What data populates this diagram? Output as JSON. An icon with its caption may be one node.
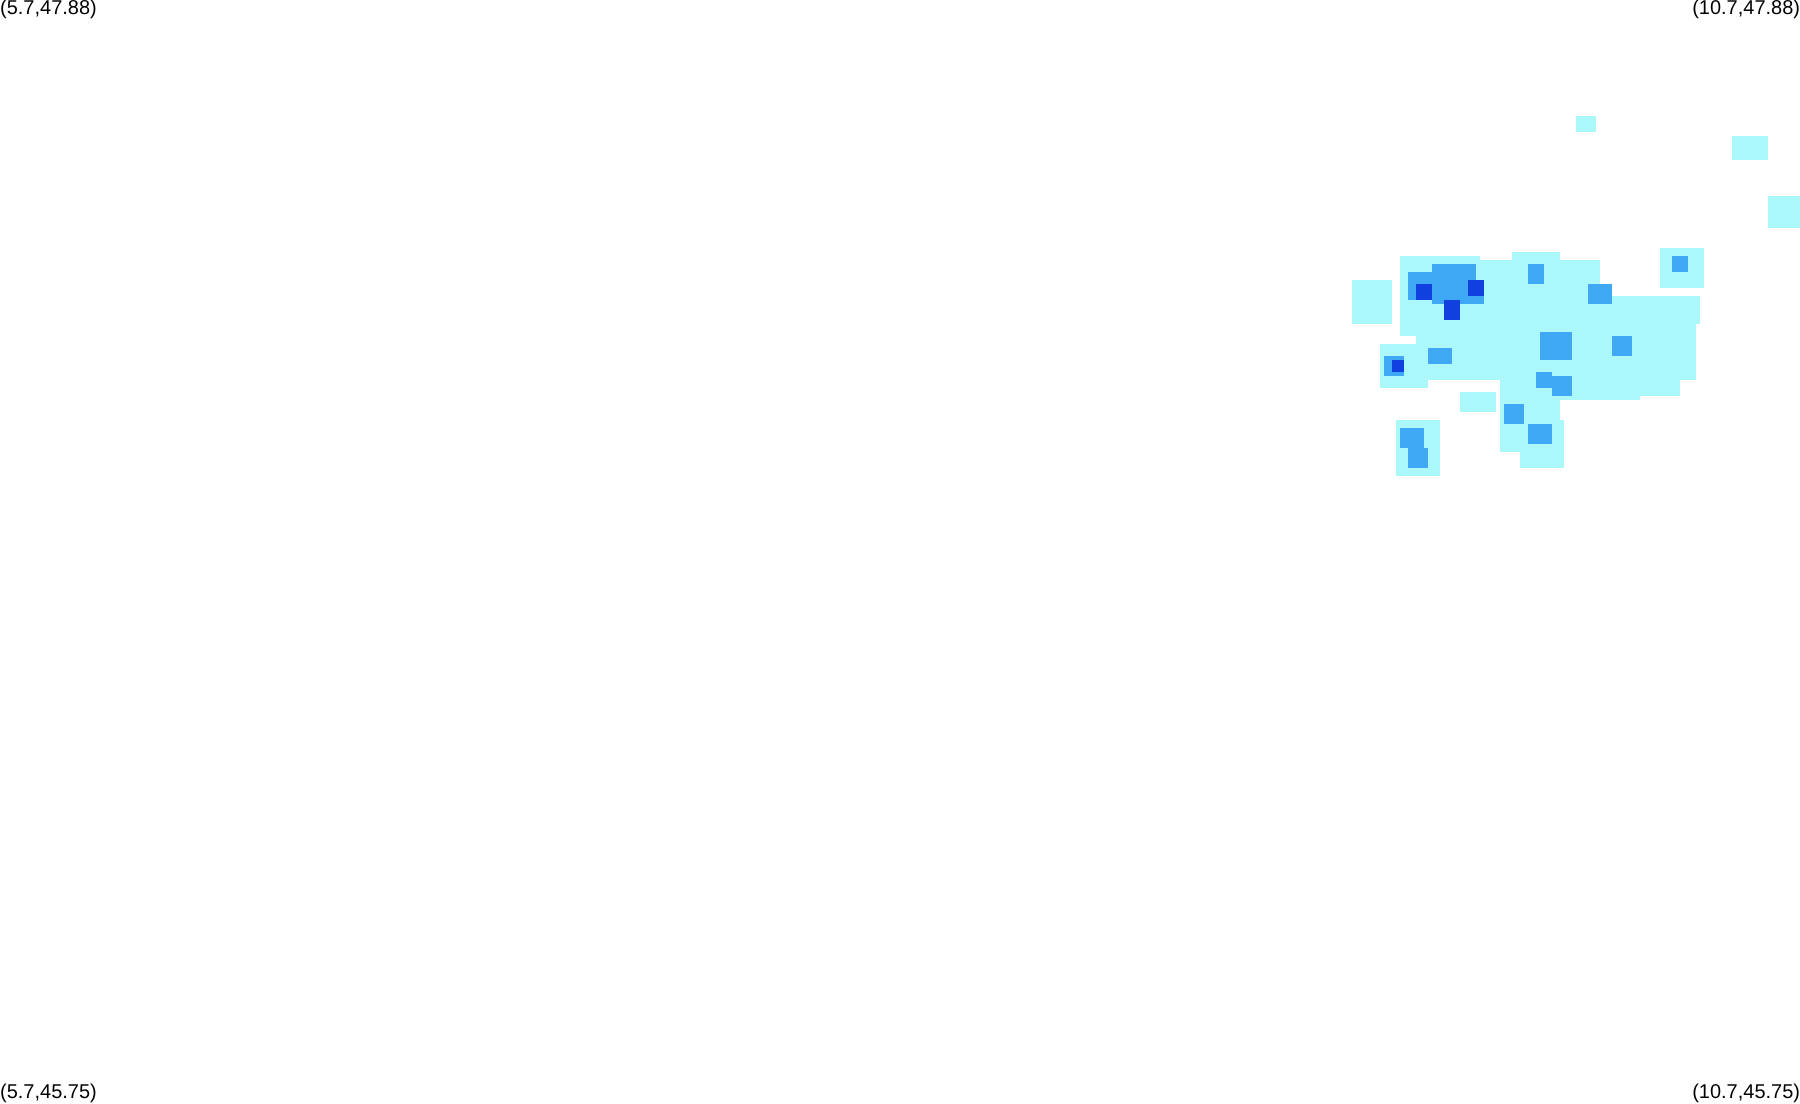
{
  "diagram": {
    "labels": [
      "(5.7,47.88)",
      "(10.7,47.88)",
      "(5.7,45.75)",
      "(10.7,45.75)"
    ]
  }
}
